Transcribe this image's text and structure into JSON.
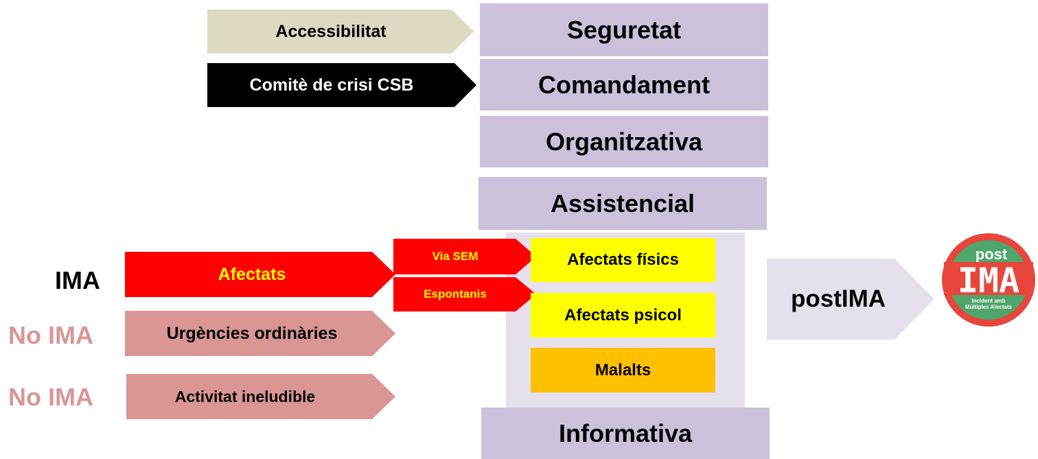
{
  "colors": {
    "purple": "#ccc1da",
    "beige": "#ddd9c3",
    "black": "#000000",
    "red": "#ff0000",
    "pink": "#d99694",
    "yellow": "#ffff00",
    "orange": "#ffc000",
    "lavender": "#e6e0ec",
    "logo_red": "#e8453c",
    "logo_green": "#4ea66b"
  },
  "stack": {
    "seguretat": "Seguretat",
    "comandament": "Comandament",
    "organitzativa": "Organitzativa",
    "assistencial": "Assistencial",
    "informativa": "Informativa"
  },
  "top_arrows": {
    "accessibilitat": "Accessibilitat",
    "comite": "Comitè de crisi CSB"
  },
  "left": {
    "ima_label": "IMA",
    "no_ima_1": "No IMA",
    "no_ima_2": "No IMA",
    "afectats": "Afectats",
    "urgencies": "Urgències ordinàries",
    "activitat": "Activitat ineludible"
  },
  "routes": {
    "via_sem": "Via SEM",
    "espontanis": "Espontanis"
  },
  "assistencial_boxes": {
    "fisics": "Afectats físics",
    "psicol": "Afectats psicol",
    "malalts": "Malalts"
  },
  "post": {
    "label": "postIMA"
  },
  "logo": {
    "top": "post",
    "main": "IMA",
    "line1": "Incident amb",
    "line2": "Múltiples Afectats"
  }
}
